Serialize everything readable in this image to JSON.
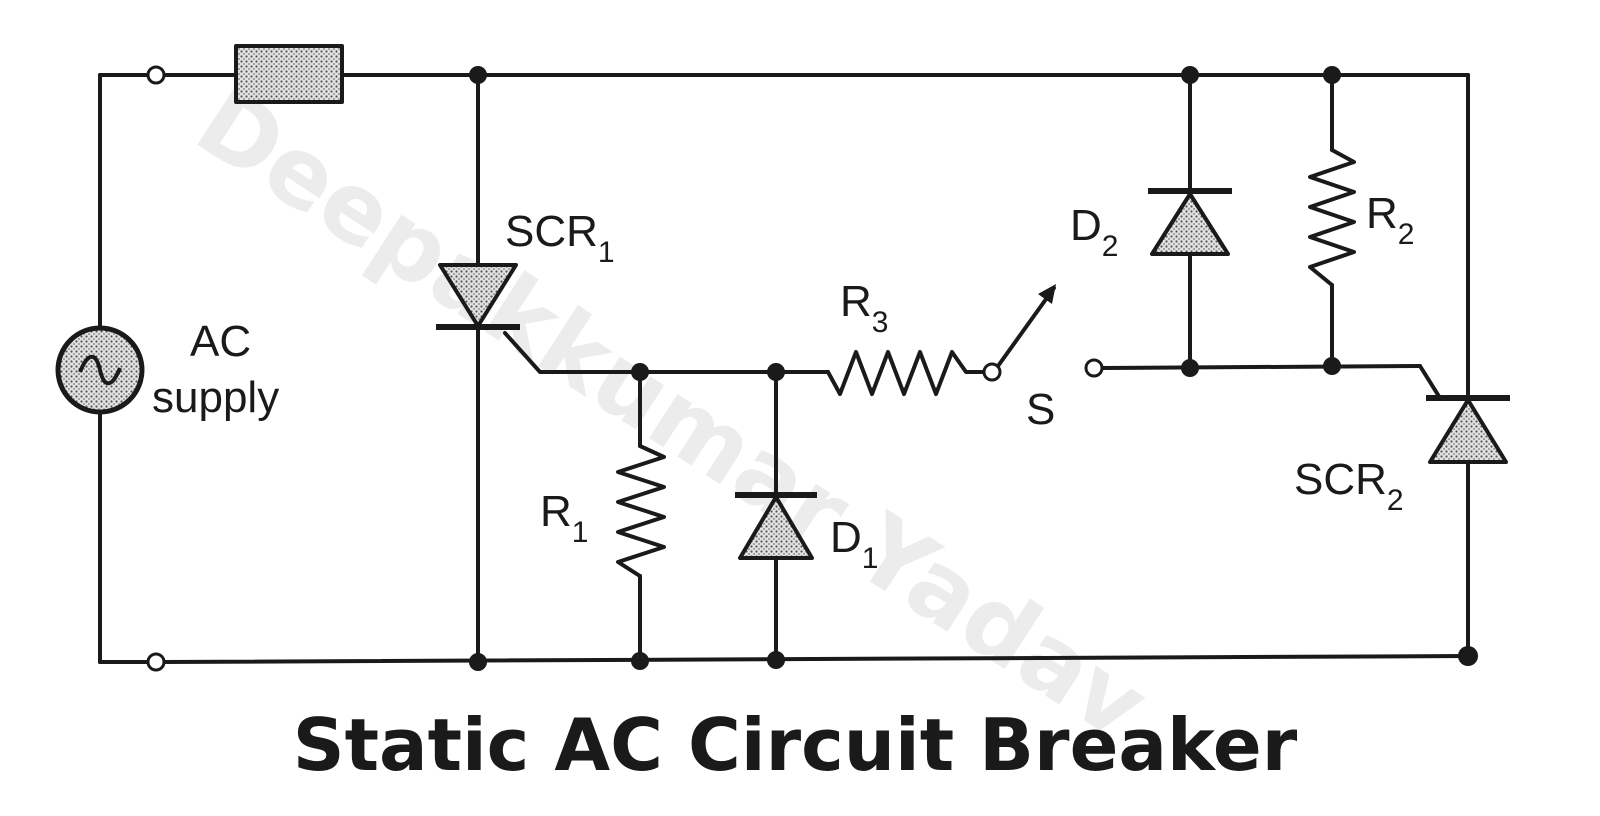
{
  "watermark": "Deepakkumar Yadav",
  "labels": {
    "ac_line1": "AC",
    "ac_line2": "supply",
    "scr1": "SCR",
    "scr1_sub": "1",
    "scr2": "SCR",
    "scr2_sub": "2",
    "r1": "R",
    "r1_sub": "1",
    "r2": "R",
    "r2_sub": "2",
    "r3": "R",
    "r3_sub": "3",
    "d1": "D",
    "d1_sub": "1",
    "d2": "D",
    "d2_sub": "2",
    "switch": "S"
  },
  "caption": "Static AC Circuit Breaker"
}
